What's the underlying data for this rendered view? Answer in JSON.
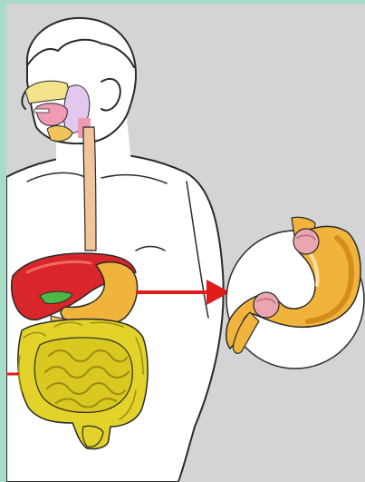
{
  "figure": {
    "subject": "human-digestive-system-with-stomach-closeup",
    "colors": {
      "frame": "#a8dcc8",
      "background": "#d4d4d4",
      "skin": "#ffffff",
      "outline": "#2a2a2a",
      "liver": "#d8262a",
      "gallbladder": "#4cb848",
      "stomach": "#f0b43c",
      "stomach_shade": "#d48c1e",
      "intestines": "#e2d22a",
      "intestines_shade": "#b9a515",
      "esophagus": "#f2c49a",
      "sphincter": "#e9a6b0",
      "arrow": "#e01b1b",
      "mouth_pink": "#f19ab4",
      "salivary": "#e3c8ee",
      "nasal_yellow": "#f2e38a"
    }
  },
  "parts": [
    {
      "id": "liver",
      "icon": "liver-icon"
    },
    {
      "id": "gallbladder",
      "icon": "gallbladder-icon"
    },
    {
      "id": "stomach",
      "icon": "stomach-icon"
    },
    {
      "id": "small-intestine",
      "icon": "intestine-icon"
    },
    {
      "id": "large-intestine",
      "icon": "intestine-icon"
    },
    {
      "id": "esophagus",
      "icon": "esophagus-icon"
    },
    {
      "id": "mouth",
      "icon": "mouth-icon"
    }
  ],
  "callout": {
    "icon": "arrow-right-icon",
    "target": "stomach-closeup"
  }
}
